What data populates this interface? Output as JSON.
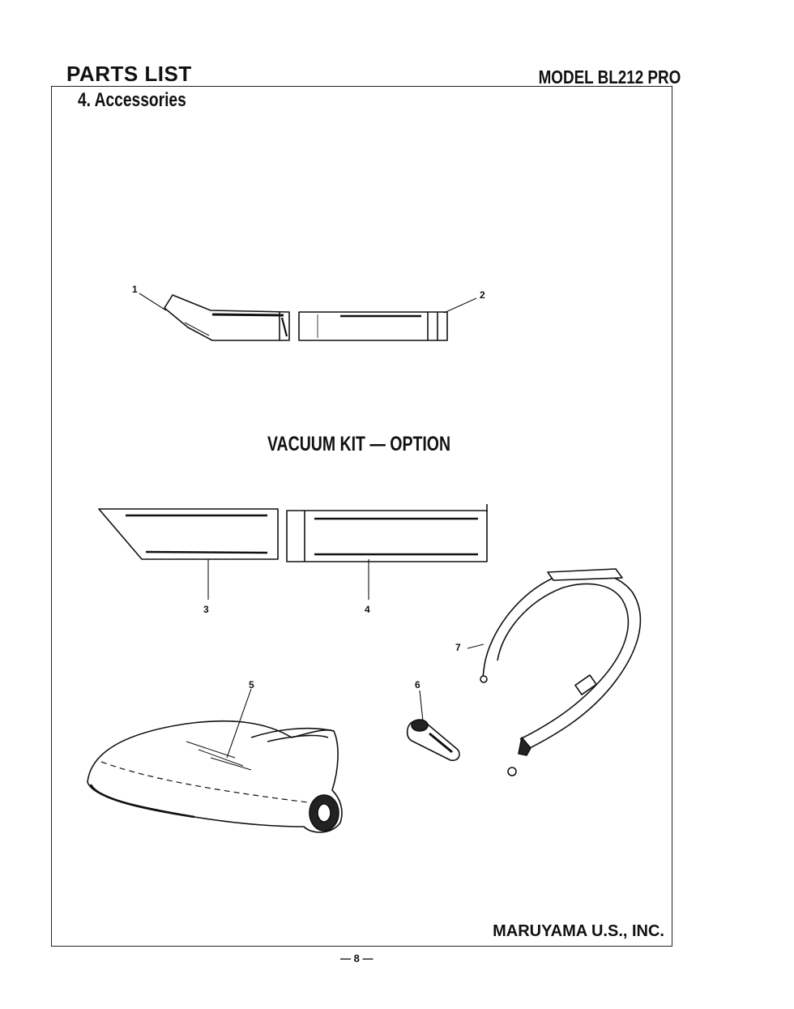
{
  "header": {
    "title": "PARTS LIST",
    "model": "MODEL BL212 PRO",
    "section": "4. Accessories"
  },
  "vacuum_kit_title": "VACUUM KIT — OPTION",
  "callouts": [
    "1",
    "2",
    "3",
    "4",
    "5",
    "6",
    "7"
  ],
  "footer": {
    "company": "MARUYAMA U.S., INC.",
    "page": "— 8 —"
  },
  "parts_drawn": [
    "curved-nozzle-pipe",
    "straight-pipe",
    "angled-vacuum-pipe",
    "straight-vacuum-pipe",
    "vacuum-bag",
    "clip",
    "shoulder-strap"
  ]
}
